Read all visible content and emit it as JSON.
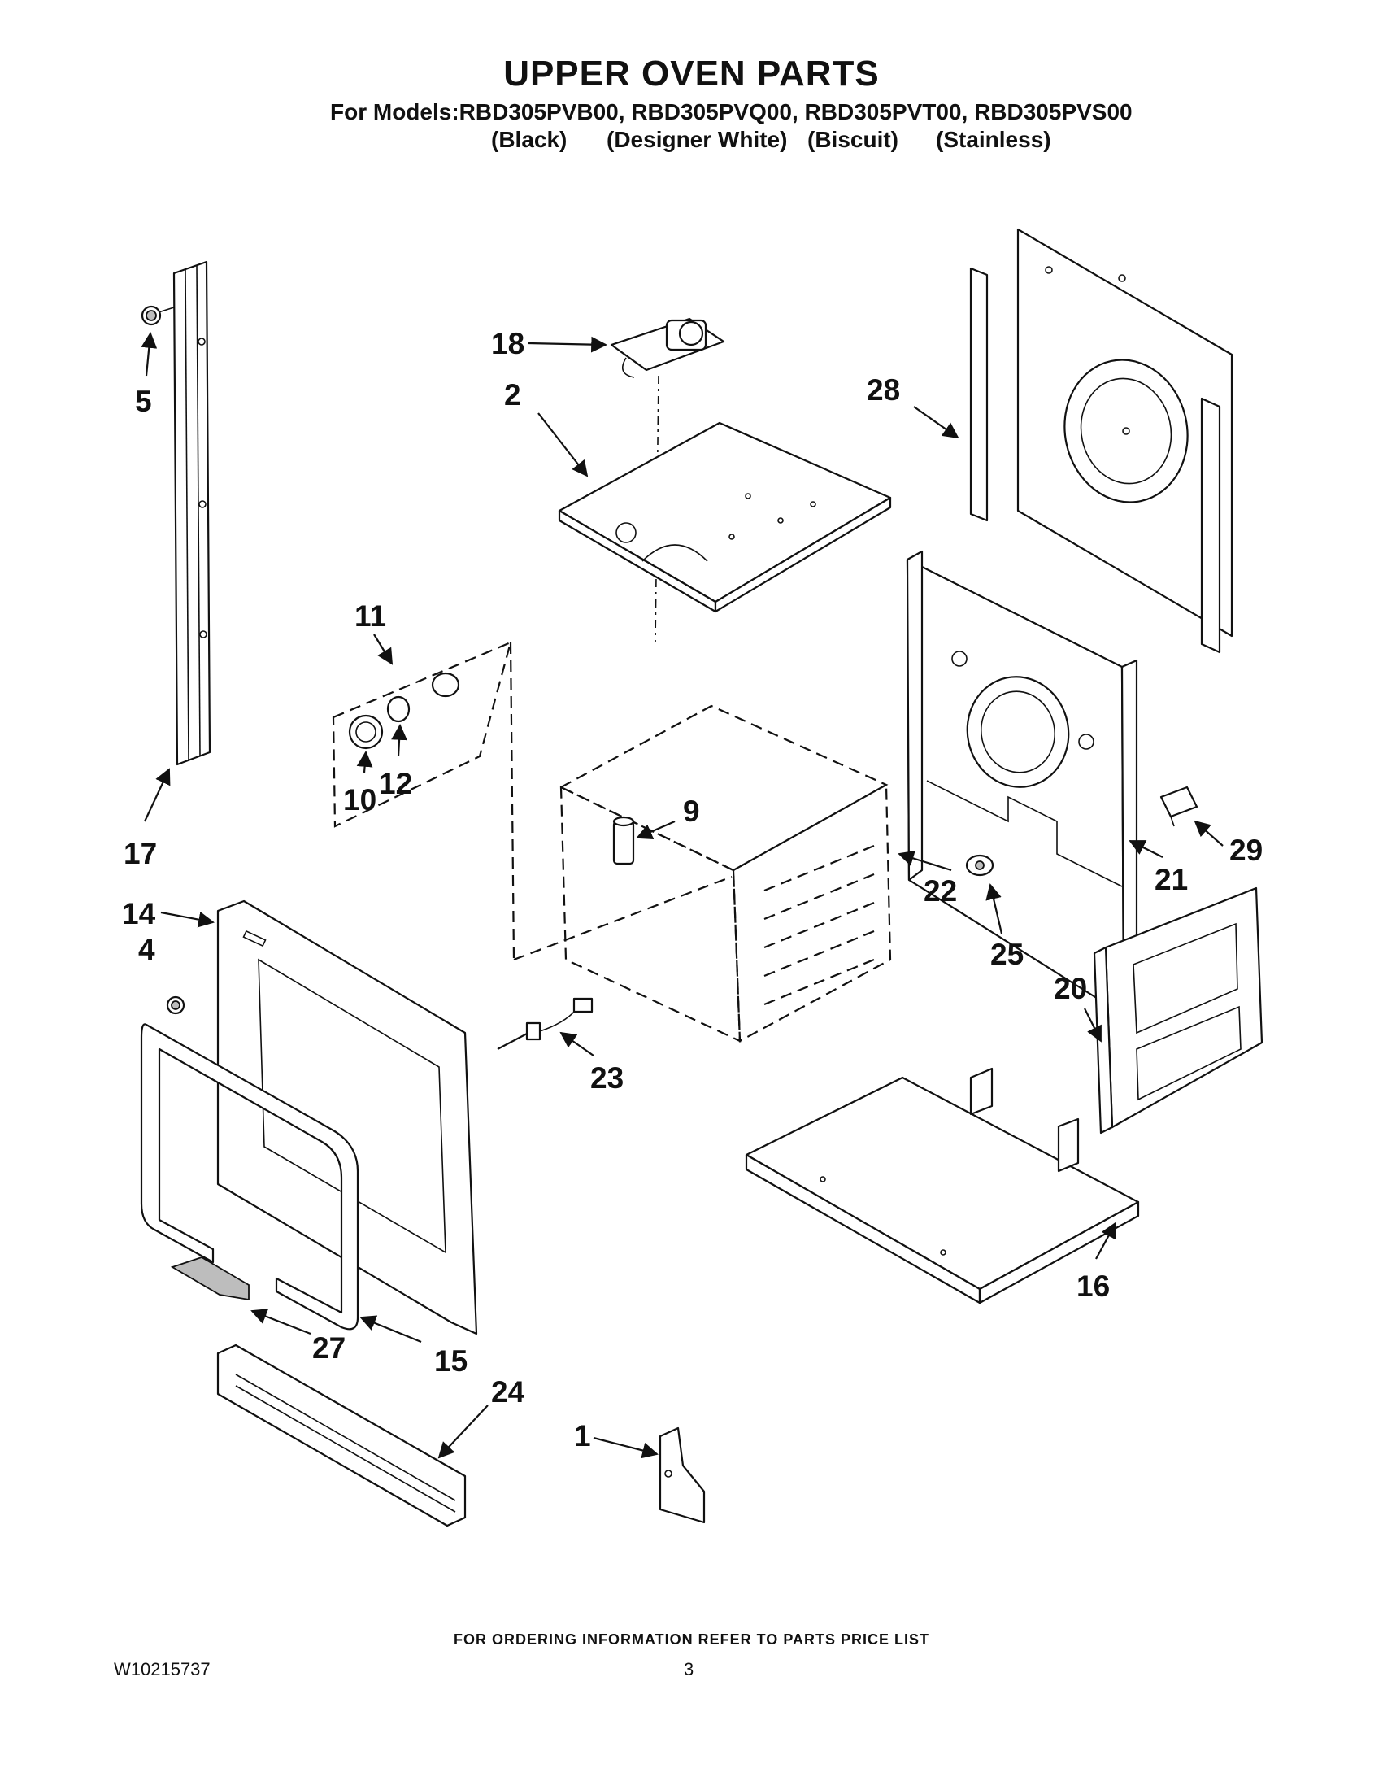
{
  "header": {
    "title": "UPPER OVEN PARTS",
    "models_line": "For Models:RBD305PVB00, RBD305PVQ00, RBD305PVT00, RBD305PVS00",
    "colors": [
      "(Black)",
      "(Designer White)",
      "(Biscuit)",
      "(Stainless)"
    ]
  },
  "callouts": {
    "c1": "1",
    "c2": "2",
    "c4": "4",
    "c5": "5",
    "c9": "9",
    "c10": "10",
    "c11": "11",
    "c12": "12",
    "c14": "14",
    "c15": "15",
    "c16": "16",
    "c17": "17",
    "c18": "18",
    "c20": "20",
    "c21": "21",
    "c22": "22",
    "c23": "23",
    "c24": "24",
    "c25": "25",
    "c27": "27",
    "c28": "28",
    "c29": "29"
  },
  "footer": {
    "ordering_note": "FOR ORDERING INFORMATION REFER TO PARTS PRICE LIST",
    "doc_number": "W10215737",
    "page_number": "3"
  }
}
